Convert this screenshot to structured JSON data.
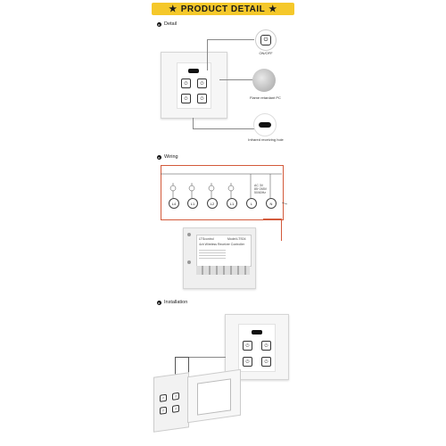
{
  "banner": {
    "title": "PRODUCT DETAIL",
    "star_left": "★",
    "star_right": "★"
  },
  "sections": {
    "detail": "Detail",
    "wiring": "Wiring",
    "installation": "Installation"
  },
  "callouts": {
    "onoff": "ON/OFF",
    "flame": "Flame retardant PC",
    "ir": "Infrared receiving hole"
  },
  "terminals": [
    "L4",
    "L1",
    "L2",
    "L1",
    "L",
    "N"
  ],
  "power_label": [
    "AC  3V",
    "85~265V",
    "50/60Hz"
  ],
  "module": {
    "brand": "LTScontrol",
    "model": "Model:LTS04",
    "subtitle": "4ch Wireless Receiver Controller"
  },
  "colors": {
    "banner": "#f5c82a",
    "wire_box": "#d35a3b"
  }
}
